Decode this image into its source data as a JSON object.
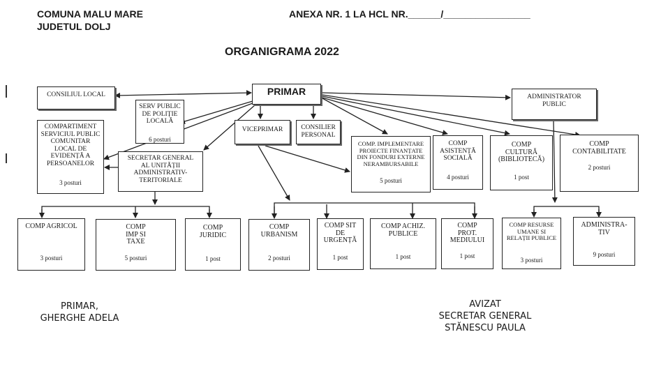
{
  "header": {
    "commune": "COMUNA MALU MARE",
    "county": "JUDETUL DOLJ",
    "annex": "ANEXA NR. 1 LA HCL NR.______/________________"
  },
  "title": "ORGANIGRAMA 2022",
  "boxes": {
    "primar": {
      "name": "PRIMAR"
    },
    "consiliul_local": {
      "name": "CONSILIUL LOCAL"
    },
    "serv_politie": {
      "name": "SERV PUBLIC DE POLIȚIE LOCALĂ",
      "count": "6 posturi"
    },
    "administrator": {
      "name": "ADMINISTRATOR PUBLIC"
    },
    "compartiment_evidenta": {
      "name": "COMPARTIMENT SERVICIUL PUBLIC COMUNITAR LOCAL DE EVIDENȚĂ A PERSOANELOR",
      "count": "3 posturi"
    },
    "viceprimar": {
      "name": "VICEPRIMAR"
    },
    "consilier_personal": {
      "name": "CONSILIER PERSONAL"
    },
    "secretar_general": {
      "name": "SECRETAR GENERAL AL UNITĂȚII ADMINISTRATIV-TERITORIALE"
    },
    "comp_implementare": {
      "name": "COMP. IMPLEMENTARE PROIECTE FINANȚATE DIN FONDURI EXTERNE NERAMBURSABILE",
      "count": "5 posturi"
    },
    "comp_asistenta": {
      "name": "COMP ASISTENȚĂ SOCIALĂ",
      "count": "4 posturi"
    },
    "comp_cultura": {
      "name": "COMP CULTURĂ (BIBLIOTECĂ)",
      "count": "1 post"
    },
    "comp_contabilitate": {
      "name": "COMP CONTABILITATE",
      "count": "2 posturi"
    },
    "comp_agricol": {
      "name": "COMP AGRICOL",
      "count": "3 posturi"
    },
    "comp_imp_taxe": {
      "name": "COMP IMP SI TAXE",
      "count": "5 posturi"
    },
    "comp_juridic": {
      "name": "COMP JURIDIC",
      "count": "1 post"
    },
    "comp_urbanism": {
      "name": "COMP URBANISM",
      "count": "2 posturi"
    },
    "comp_sit_urgenta": {
      "name": "COMP SIT DE URGENȚĂ",
      "count": "1 post"
    },
    "comp_achiz": {
      "name": "COMP ACHIZ. PUBLICE",
      "count": "1 post"
    },
    "comp_prot_mediului": {
      "name": "COMP PROT. MEDIULUI",
      "count": "1 post"
    },
    "comp_resurse_umane": {
      "name": "COMP RESURSE UMANE SI RELAȚII PUBLICE",
      "count": "3 posturi"
    },
    "administrativ": {
      "name": "ADMINISTRA-TIV",
      "count": "9 posturi"
    }
  },
  "signatures": {
    "left_role": "PRIMAR,",
    "left_name": "GHERGHE ADELA",
    "right_role": "AVIZAT",
    "right_title": "SECRETAR GENERAL",
    "right_name": "STĂNESCU PAULA"
  },
  "colors": {
    "ink": "#222222",
    "background": "#ffffff"
  }
}
